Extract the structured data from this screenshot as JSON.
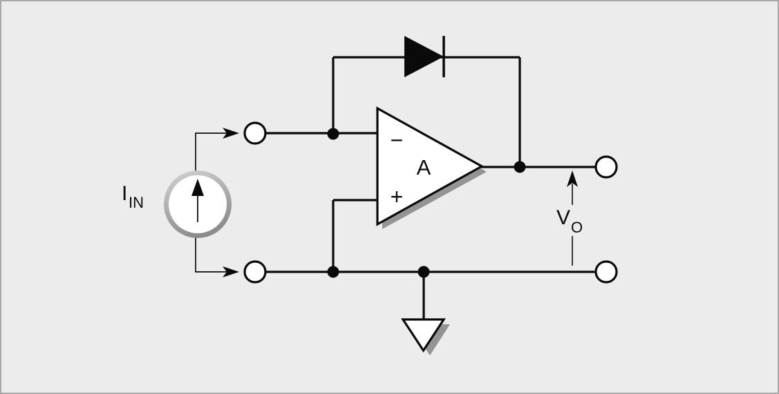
{
  "labels": {
    "input_current_main": "I",
    "input_current_sub": "IN",
    "opamp_inverting_sign": "−",
    "opamp_noninverting_sign": "+",
    "opamp_gain": "A",
    "output_voltage_main": "V",
    "output_voltage_sub": "O"
  },
  "components": {
    "source": "current-source",
    "amplifier": "op-amp",
    "feedback_element": "diode",
    "reference": "ground",
    "ports": "terminal-circles"
  },
  "colors": {
    "background": "#ececec",
    "frame_border": "#a8a8a8",
    "line": "#0a0a0a",
    "component_fill": "#ffffff",
    "shadow": "#949494",
    "ring_gradient_start": "#d4d4d4",
    "ring_gradient_end": "#8c8c8c"
  }
}
